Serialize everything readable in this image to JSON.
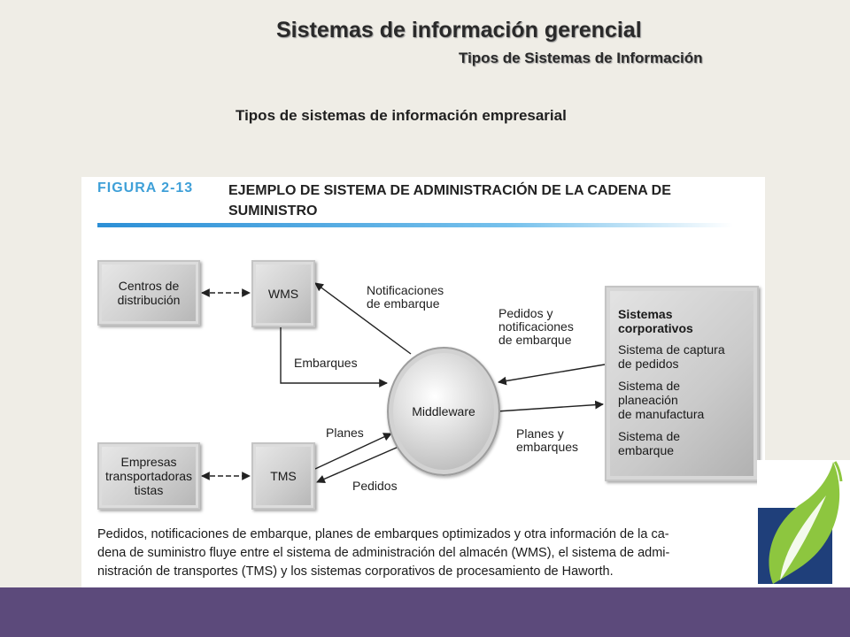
{
  "header": {
    "title": "Sistemas de información gerencial",
    "subtitle": "Tipos de Sistemas de Información"
  },
  "heading": "Tipos de sistemas de información empresarial",
  "figure": {
    "label": "FIGURA 2-13",
    "title": "EJEMPLO DE SISTEMA DE ADMINISTRACIÓN DE LA CADENA DE SUMINISTRO",
    "nodes": {
      "centros": "Centros de\ndistribución",
      "wms": "WMS",
      "empresas": "Empresas\ntransportadoras\ntistas",
      "tms": "TMS",
      "middleware": "Middleware"
    },
    "corporate": {
      "title": "Sistemas\ncorporativos",
      "items": [
        "Sistema de captura\nde pedidos",
        "Sistema de\nplaneación\nde manufactura",
        "Sistema de\nembarque"
      ]
    },
    "labels": {
      "notificaciones": "Notificaciones\nde embarque",
      "embarques": "Embarques",
      "pedidos_notif": "Pedidos y\nnotificaciones\nde embarque",
      "planes": "Planes",
      "planes_embarques": "Planes y\nembarques",
      "pedidos": "Pedidos"
    },
    "caption": "Pedidos, notificaciones de embarque, planes de embarques optimizados y otra información de la ca-\ndena de suministro fluye entre el sistema de administración del almacén (WMS), el sistema de admi-\nnistración de transportes (TMS) y los sistemas corporativos de procesamiento de Haworth."
  },
  "colors": {
    "band": "#5c4a7b",
    "figure_label": "#3fa0d8",
    "leaf_green": "#8dc63f",
    "leaf_navy": "#1f3f7a"
  },
  "icons": {
    "logo": "leaf-logo-icon"
  }
}
